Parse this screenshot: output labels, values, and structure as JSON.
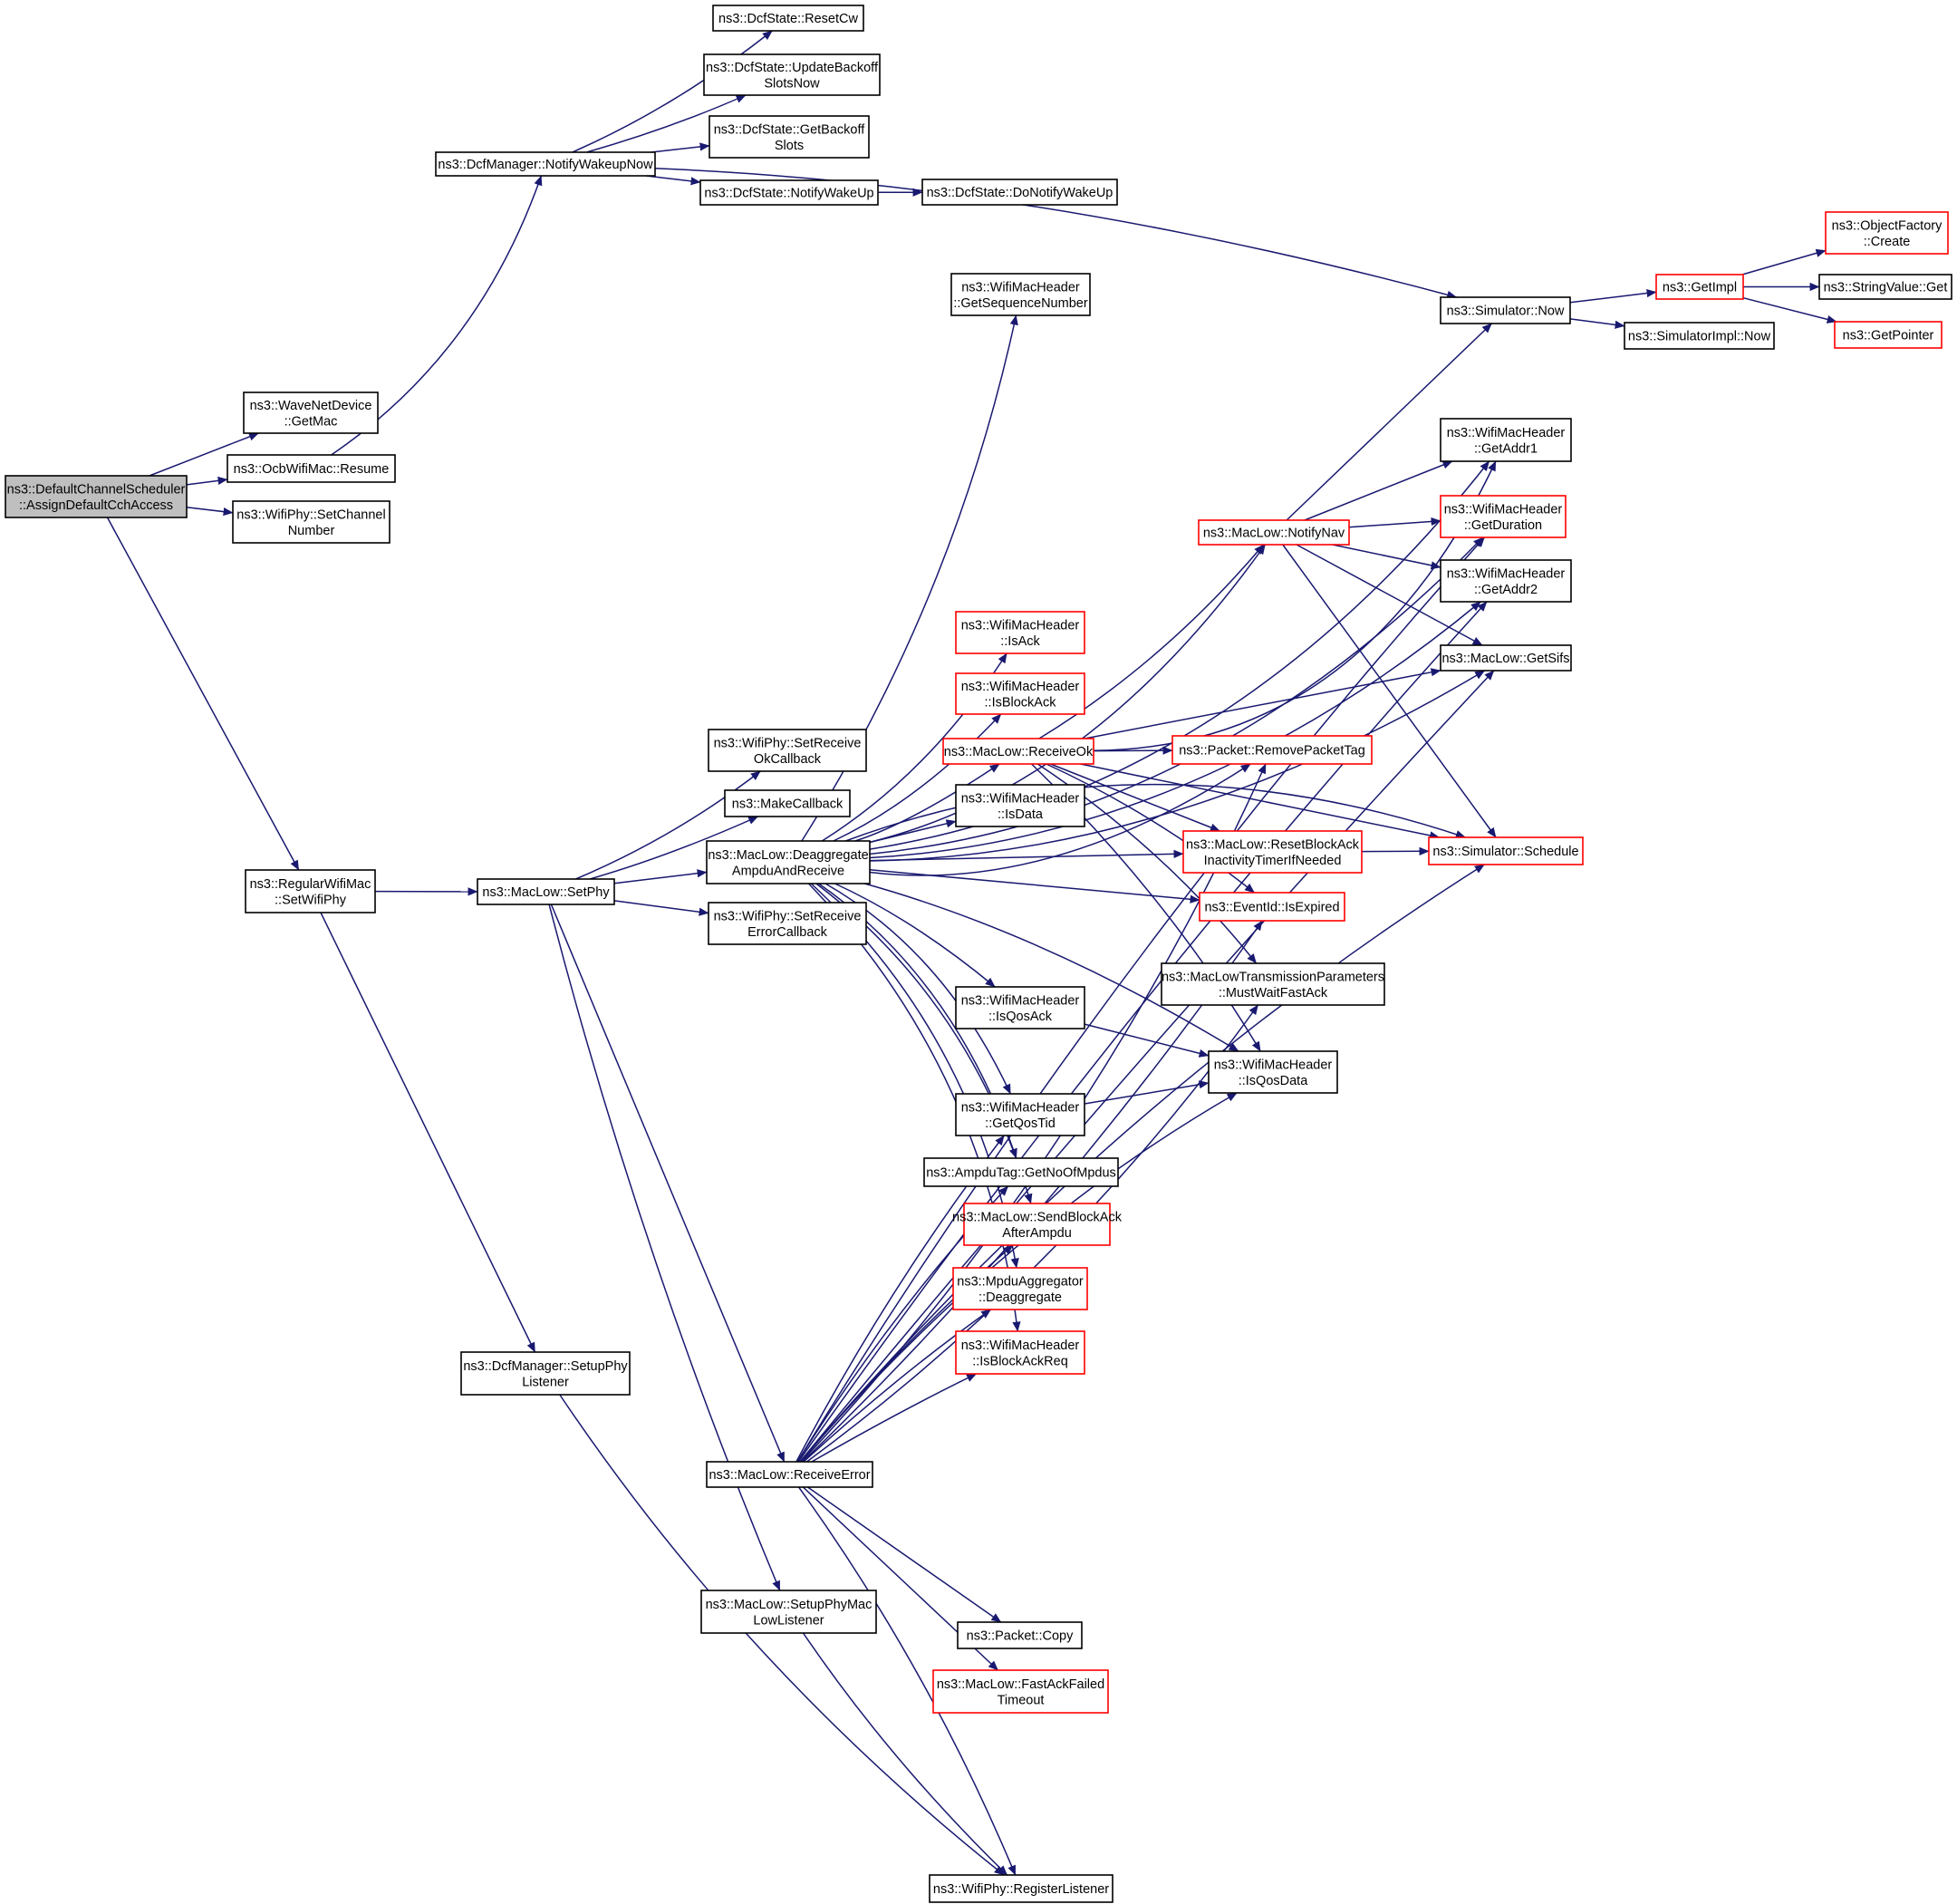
{
  "colors": {
    "edge": "#191970",
    "node_border": "#000000",
    "node_border_truncated": "#ff0000",
    "node_fill": "#ffffff",
    "root_fill": "#bfbfbf"
  },
  "nodes": [
    {
      "id": "assign",
      "lines": [
        "ns3::DefaultChannelScheduler",
        "::AssignDefaultCchAccess"
      ],
      "style": "root"
    },
    {
      "id": "getmac",
      "lines": [
        "ns3::WaveNetDevice",
        "::GetMac"
      ],
      "style": "normal"
    },
    {
      "id": "resume",
      "lines": [
        "ns3::OcbWifiMac::Resume"
      ],
      "style": "normal"
    },
    {
      "id": "setchannel",
      "lines": [
        "ns3::WifiPhy::SetChannel",
        "Number"
      ],
      "style": "normal"
    },
    {
      "id": "regsetphy",
      "lines": [
        "ns3::RegularWifiMac",
        "::SetWifiPhy"
      ],
      "style": "normal"
    },
    {
      "id": "wakeupnow",
      "lines": [
        "ns3::DcfManager::NotifyWakeupNow"
      ],
      "style": "normal"
    },
    {
      "id": "resetcw",
      "lines": [
        "ns3::DcfState::ResetCw"
      ],
      "style": "normal"
    },
    {
      "id": "updatebackoff",
      "lines": [
        "ns3::DcfState::UpdateBackoff",
        "SlotsNow"
      ],
      "style": "normal"
    },
    {
      "id": "getbackoff",
      "lines": [
        "ns3::DcfState::GetBackoff",
        "Slots"
      ],
      "style": "normal"
    },
    {
      "id": "notifywakeup",
      "lines": [
        "ns3::DcfState::NotifyWakeUp"
      ],
      "style": "normal"
    },
    {
      "id": "donotify",
      "lines": [
        "ns3::DcfState::DoNotifyWakeUp"
      ],
      "style": "normal"
    },
    {
      "id": "simnow",
      "lines": [
        "ns3::Simulator::Now"
      ],
      "style": "normal"
    },
    {
      "id": "getimpl",
      "lines": [
        "ns3::GetImpl"
      ],
      "style": "truncated"
    },
    {
      "id": "objfactory",
      "lines": [
        "ns3::ObjectFactory",
        "::Create"
      ],
      "style": "truncated"
    },
    {
      "id": "strget",
      "lines": [
        "ns3::StringValue::Get"
      ],
      "style": "normal"
    },
    {
      "id": "getpointer",
      "lines": [
        "ns3::GetPointer"
      ],
      "style": "truncated"
    },
    {
      "id": "simimplnow",
      "lines": [
        "ns3::SimulatorImpl::Now"
      ],
      "style": "normal"
    },
    {
      "id": "getseq",
      "lines": [
        "ns3::WifiMacHeader",
        "::GetSequenceNumber"
      ],
      "style": "normal"
    },
    {
      "id": "getaddr1",
      "lines": [
        "ns3::WifiMacHeader",
        "::GetAddr1"
      ],
      "style": "normal"
    },
    {
      "id": "getduration",
      "lines": [
        "ns3::WifiMacHeader",
        "::GetDuration"
      ],
      "style": "truncated"
    },
    {
      "id": "getaddr2",
      "lines": [
        "ns3::WifiMacHeader",
        "::GetAddr2"
      ],
      "style": "normal"
    },
    {
      "id": "getsifs",
      "lines": [
        "ns3::MacLow::GetSifs"
      ],
      "style": "normal"
    },
    {
      "id": "notifynav",
      "lines": [
        "ns3::MacLow::NotifyNav"
      ],
      "style": "truncated"
    },
    {
      "id": "isack",
      "lines": [
        "ns3::WifiMacHeader",
        "::IsAck"
      ],
      "style": "truncated"
    },
    {
      "id": "isblockack",
      "lines": [
        "ns3::WifiMacHeader",
        "::IsBlockAck"
      ],
      "style": "truncated"
    },
    {
      "id": "receiveok",
      "lines": [
        "ns3::MacLow::ReceiveOk"
      ],
      "style": "truncated"
    },
    {
      "id": "removetag",
      "lines": [
        "ns3::Packet::RemovePacketTag"
      ],
      "style": "truncated"
    },
    {
      "id": "setrecvok",
      "lines": [
        "ns3::WifiPhy::SetReceive",
        "OkCallback"
      ],
      "style": "normal"
    },
    {
      "id": "makecb",
      "lines": [
        "ns3::MakeCallback"
      ],
      "style": "normal"
    },
    {
      "id": "deagg",
      "lines": [
        "ns3::MacLow::Deaggregate",
        "AmpduAndReceive"
      ],
      "style": "normal"
    },
    {
      "id": "isdata",
      "lines": [
        "ns3::WifiMacHeader",
        "::IsData"
      ],
      "style": "normal"
    },
    {
      "id": "resetblock",
      "lines": [
        "ns3::MacLow::ResetBlockAck",
        "InactivityTimerIfNeeded"
      ],
      "style": "truncated"
    },
    {
      "id": "schedule",
      "lines": [
        "ns3::Simulator::Schedule"
      ],
      "style": "truncated"
    },
    {
      "id": "setphy",
      "lines": [
        "ns3::MacLow::SetPhy"
      ],
      "style": "normal"
    },
    {
      "id": "setrecverr",
      "lines": [
        "ns3::WifiPhy::SetReceive",
        "ErrorCallback"
      ],
      "style": "normal"
    },
    {
      "id": "isexpired",
      "lines": [
        "ns3::EventId::IsExpired"
      ],
      "style": "truncated"
    },
    {
      "id": "mustwait",
      "lines": [
        "ns3::MacLowTransmissionParameters",
        "::MustWaitFastAck"
      ],
      "style": "normal"
    },
    {
      "id": "isqosack",
      "lines": [
        "ns3::WifiMacHeader",
        "::IsQosAck"
      ],
      "style": "normal"
    },
    {
      "id": "isqosdata",
      "lines": [
        "ns3::WifiMacHeader",
        "::IsQosData"
      ],
      "style": "normal"
    },
    {
      "id": "getqostid",
      "lines": [
        "ns3::WifiMacHeader",
        "::GetQosTid"
      ],
      "style": "normal"
    },
    {
      "id": "getnoofmpdus",
      "lines": [
        "ns3::AmpduTag::GetNoOfMpdus"
      ],
      "style": "normal"
    },
    {
      "id": "sendblockack",
      "lines": [
        "ns3::MacLow::SendBlockAck",
        "AfterAmpdu"
      ],
      "style": "truncated"
    },
    {
      "id": "mpdudeagg",
      "lines": [
        "ns3::MpduAggregator",
        "::Deaggregate"
      ],
      "style": "truncated"
    },
    {
      "id": "isblockackreq",
      "lines": [
        "ns3::WifiMacHeader",
        "::IsBlockAckReq"
      ],
      "style": "truncated"
    },
    {
      "id": "dcfsetup",
      "lines": [
        "ns3::DcfManager::SetupPhy",
        "Listener"
      ],
      "style": "normal"
    },
    {
      "id": "receiveerror",
      "lines": [
        "ns3::MacLow::ReceiveError"
      ],
      "style": "normal"
    },
    {
      "id": "setupphymac",
      "lines": [
        "ns3::MacLow::SetupPhyMac",
        "LowListener"
      ],
      "style": "normal"
    },
    {
      "id": "packetcopy",
      "lines": [
        "ns3::Packet::Copy"
      ],
      "style": "normal"
    },
    {
      "id": "fastackfailed",
      "lines": [
        "ns3::MacLow::FastAckFailed",
        "Timeout"
      ],
      "style": "truncated"
    },
    {
      "id": "registerlistener",
      "lines": [
        "ns3::WifiPhy::RegisterListener"
      ],
      "style": "normal"
    }
  ]
}
